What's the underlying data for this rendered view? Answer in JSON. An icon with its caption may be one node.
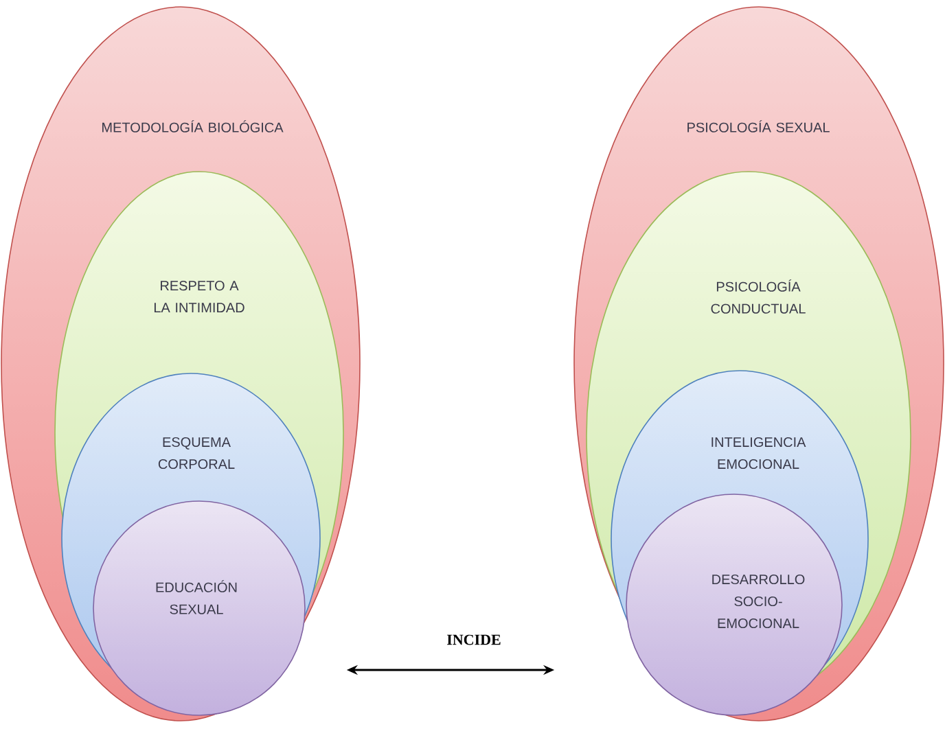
{
  "diagram": {
    "nodes": [
      {
        "text": [
          "METODOLOGÍA BIOLÓGICA"
        ]
      },
      {
        "text": [
          "RESPETO A LA INTIMIDAD"
        ],
        "in": 0
      },
      {
        "text": [
          "ESQUEMA CORPORAL"
        ],
        "in": 1
      },
      {
        "text": [
          "EDUCACIÓN SEXUAL"
        ],
        "in": 2
      },
      {
        "text": [
          "PSICOLOGÍA SEXUAL"
        ]
      },
      {
        "text": [
          "PSICOLOGÍA CONDUCTUAL"
        ],
        "in": 4
      },
      {
        "text": [
          "INTELIGENCIA EMOCIONAL"
        ],
        "in": 5
      },
      {
        "text": [
          "DESARROLLO SOCIO- EMOCIONAL"
        ],
        "in": 6
      }
    ],
    "edges": [
      {
        "from": 0,
        "to": 4,
        "arrow": "both",
        "label": "INCIDE"
      }
    ]
  }
}
